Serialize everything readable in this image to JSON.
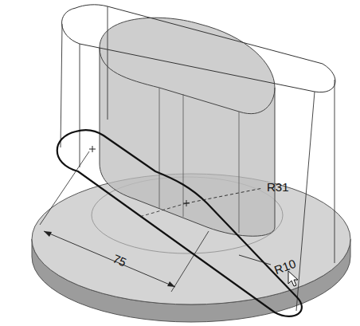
{
  "diagram": {
    "labels": [
      "75",
      "R31",
      "R10"
    ]
  }
}
